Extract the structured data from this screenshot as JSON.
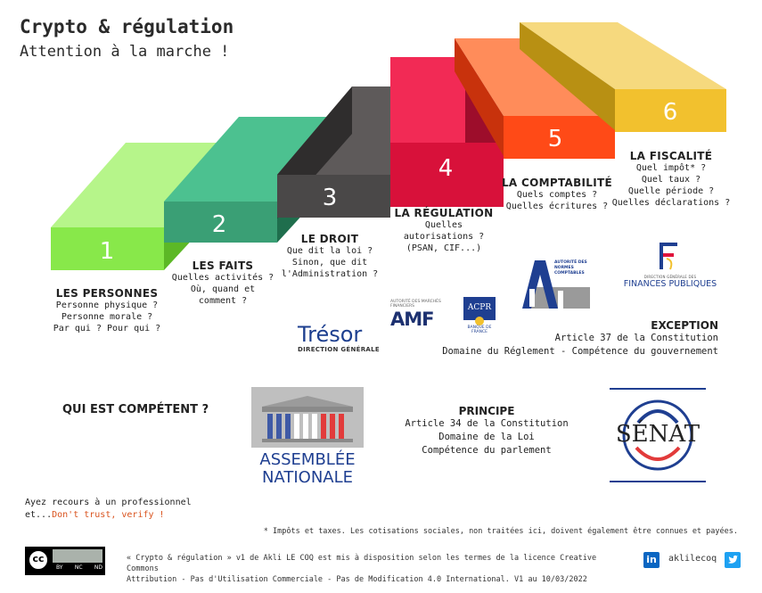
{
  "header": {
    "title": "Crypto & régulation",
    "subtitle": "Attention à la marche !"
  },
  "steps": [
    {
      "number": "1",
      "title": "LES PERSONNES",
      "lines": [
        "Personne physique ?",
        "Personne morale ?",
        "Par qui ? Pour qui ?"
      ],
      "color": "#88e84a"
    },
    {
      "number": "2",
      "title": "LES FAITS",
      "lines": [
        "Quelles activités ?",
        "Où, quand et",
        "comment ?"
      ],
      "color": "#3a9f75"
    },
    {
      "number": "3",
      "title": "LE DROIT",
      "lines": [
        "Que dit la loi ?",
        "Sinon, que dit",
        "l'Administration ?"
      ],
      "color": "#4a4848"
    },
    {
      "number": "4",
      "title": "LA RÉGULATION",
      "lines": [
        "Quelles",
        "autorisations ?",
        "(PSAN, CIF...)"
      ],
      "color": "#e0143c"
    },
    {
      "number": "5",
      "title": "LA COMPTABILITÉ",
      "lines": [
        "Quels comptes ?",
        "Quelles écritures ?"
      ],
      "color": "#ff4e1f"
    },
    {
      "number": "6",
      "title": "LA FISCALITÉ",
      "lines": [
        "Quel impôt* ?",
        "Quel taux ?",
        "Quelle période ?",
        "Quelles déclarations ?"
      ],
      "color": "#f2c12e"
    }
  ],
  "logos": {
    "tresor_name": "Trésor",
    "tresor_sub": "DIRECTION GÉNÉRALE",
    "amf_top": "AUTORITÉ DES MARCHÉS FINANCIERS",
    "amf_name": "AMF",
    "acpr_name": "ACPR",
    "acpr_sub": "BANQUE DE FRANCE",
    "anc_text": "AUTORITÉ DES NORMES COMPTABLES",
    "dgfip_sub": "DIRECTION GÉNÉRALE DES",
    "dgfip_name": "FINANCES PUBLIQUES",
    "an_line1": "ASSEMBLÉE",
    "an_line2": "NATIONALE",
    "senat_name": "SÉNAT"
  },
  "exception": {
    "title": "EXCEPTION",
    "line1": "Article 37 de la Constitution",
    "line2": "Domaine du Réglement - Compétence du gouvernement"
  },
  "principe": {
    "title": "PRINCIPE",
    "line1": "Article 34 de la Constitution",
    "line2": "Domaine de la Loi",
    "line3": "Compétence du parlement"
  },
  "question": "QUI EST COMPÉTENT ?",
  "advice": {
    "line1": "Ayez recours à un professionnel",
    "prefix": "et...",
    "highlight": "Don't trust, verify !"
  },
  "footnote": "* Impôts et taxes. Les cotisations sociales, non traitées ici, doivent également être connues et payées.",
  "license": {
    "line1": "« Crypto & régulation » v1 de Akli LE COQ est mis à disposition selon les termes de la licence Creative Commons",
    "line2": "Attribution - Pas d'Utilisation Commerciale - Pas de Modification 4.0 International. V1 au 10/03/2022",
    "badge_cc": "cc",
    "badge_by": "BY",
    "badge_nc": "NC",
    "badge_nd": "ND"
  },
  "social": {
    "handle": "aklilecoq",
    "linkedin_label": "in"
  }
}
